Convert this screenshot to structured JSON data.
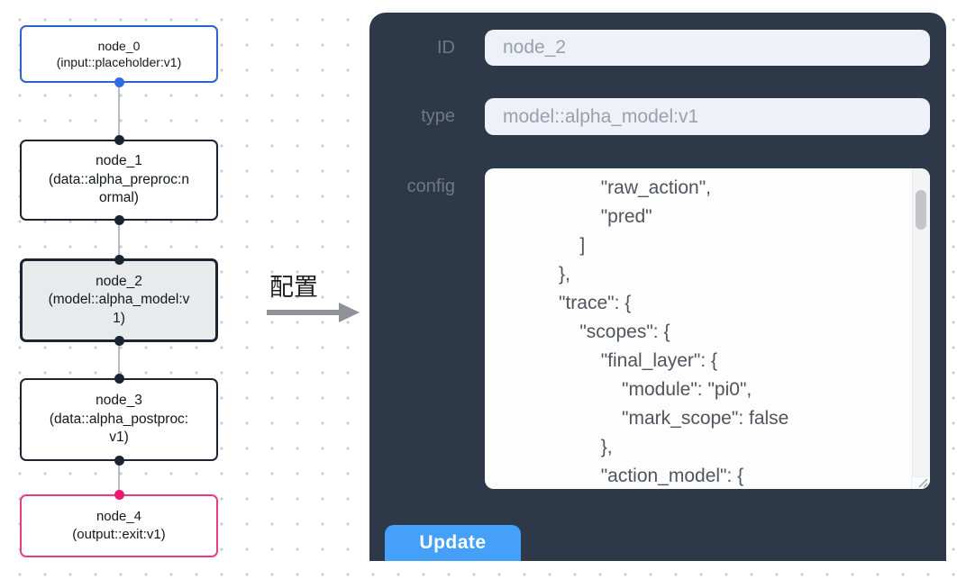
{
  "flow": {
    "nodes": [
      {
        "title": "node_0",
        "subtitle": "(input::placeholder:v1)",
        "role": "input",
        "accent_color": "#2e62c9",
        "port_color": "#2e6be8",
        "selected": false
      },
      {
        "title": "node_1",
        "subtitle": "(data::alpha_preproc:normal)",
        "role": "data",
        "accent_color": "#1b2430",
        "port_color": "#1b2430",
        "selected": false
      },
      {
        "title": "node_2",
        "subtitle": "(model::alpha_model:v1)",
        "role": "model",
        "accent_color": "#1b2430",
        "port_color": "#1b2430",
        "selected": true
      },
      {
        "title": "node_3",
        "subtitle": "(data::alpha_postproc:v1)",
        "role": "data",
        "accent_color": "#1b2430",
        "port_color": "#1b2430",
        "selected": false
      },
      {
        "title": "node_4",
        "subtitle": "(output::exit:v1)",
        "role": "output",
        "accent_color": "#ea3c86",
        "port_color": "#ea1c72",
        "selected": false
      }
    ],
    "selected_node_bg": "#e8eaec",
    "connector_color": "#b8bcc2",
    "grid_dot_color": "#c8ccd3"
  },
  "transition": {
    "label": "配置",
    "text_color": "#1f1f1f",
    "arrow_color": "#8f9399"
  },
  "panel": {
    "bg_color": "#2d3848",
    "label_color": "#6f7884",
    "field_bg_color": "#eef1f7",
    "field_text_color": "#99a1ac",
    "fields": [
      {
        "label": "ID",
        "value": "node_2"
      },
      {
        "label": "type",
        "value": "model::alpha_model:v1"
      }
    ],
    "config": {
      "label": "config",
      "text": "                    \"raw_action\",\n                    \"pred\"\n                ]\n            },\n            \"trace\": {\n                \"scopes\": {\n                    \"final_layer\": {\n                        \"module\": \"pi0\",\n                        \"mark_scope\": false\n                    },\n                    \"action_model\": {"
    },
    "update": {
      "label": "Update",
      "color": "#44a0f8"
    }
  }
}
